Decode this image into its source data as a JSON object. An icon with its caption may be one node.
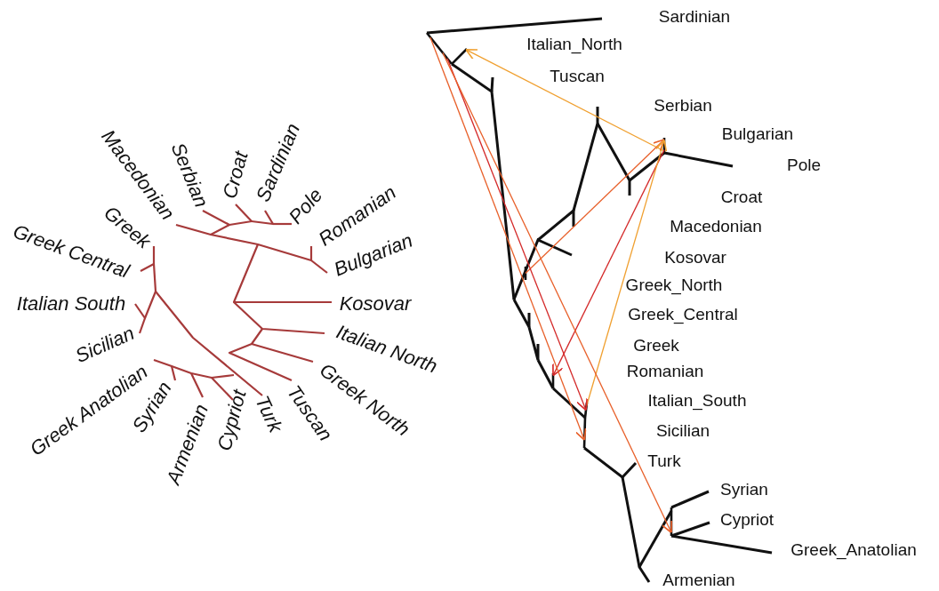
{
  "diagram": {
    "nodes": [
      {
        "text": [],
        "shape": "line"
      },
      {
        "text": [],
        "shape": "line"
      },
      {
        "text": [],
        "shape": "line"
      },
      {
        "text": [],
        "shape": "line"
      },
      {
        "text": [],
        "shape": "line"
      },
      {
        "text": [],
        "shape": "line"
      },
      {
        "text": [],
        "shape": "line"
      },
      {
        "text": [],
        "shape": "line"
      }
    ],
    "edges": [
      {
        "from": 2,
        "to": 1,
        "arrow": "to",
        "color": "#f0a030"
      },
      {
        "from": 3,
        "to": 2,
        "arrow": "to",
        "color": "#e8602a"
      },
      {
        "from": 2,
        "to": 4,
        "arrow": "to",
        "color": "#d42a2a"
      },
      {
        "from": 5,
        "to": 2,
        "arrow": "to",
        "color": "#f0a030"
      },
      {
        "from": 0,
        "to": 5,
        "arrow": "to",
        "color": "#d42a2a"
      },
      {
        "from": 0,
        "to": 6,
        "arrow": "to",
        "color": "#e8602a"
      },
      {
        "from": 0,
        "to": 7,
        "arrow": "to",
        "color": "#e8602a"
      }
    ],
    "labels": [
      "Greek Central",
      "Greek",
      "Macedonian",
      "Serbian",
      "Croat",
      "Sardinian",
      "Pole",
      "Romanian",
      "Bulgarian",
      "Kosovar",
      "Italian North",
      "Greek North",
      "Tuscan",
      "Turk",
      "Cypriot",
      "Armenian",
      "Syrian",
      "Greek Anatolian",
      "Sicilian",
      "Italian South",
      "Sardinian",
      "Italian_North",
      "Tuscan",
      "Serbian",
      "Bulgarian",
      "Pole",
      "Croat",
      "Macedonian",
      "Kosovar",
      "Greek_North",
      "Greek_Central",
      "Greek",
      "Romanian",
      "Italian_South",
      "Sicilian",
      "Turk",
      "Syrian",
      "Cypriot",
      "Greek_Anatolian",
      "Armenian"
    ]
  }
}
